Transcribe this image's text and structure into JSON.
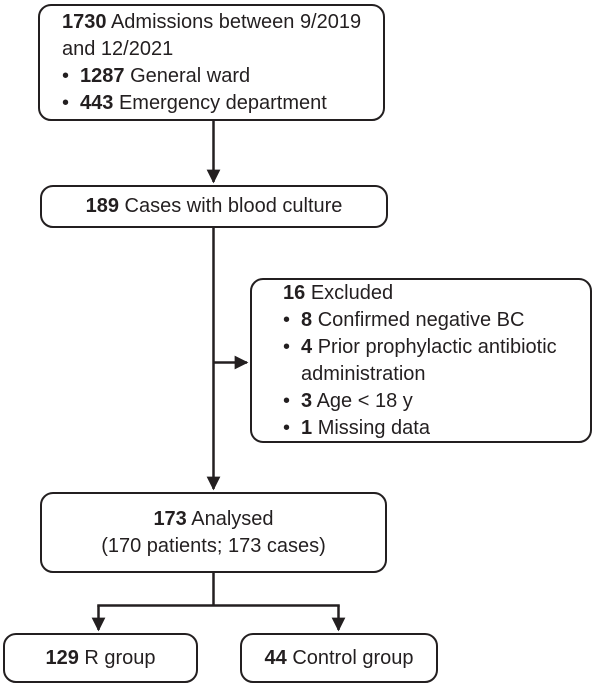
{
  "figure": {
    "type": "flowchart",
    "line_color": "#231f20",
    "text_color": "#231f20",
    "background_color": "#ffffff",
    "bullet_char": "•"
  },
  "boxes": {
    "admissions": {
      "num": "1730",
      "label": "Admissions between 9/2019 and 12/2021",
      "items": [
        {
          "num": "1287",
          "label": "General ward"
        },
        {
          "num": "443",
          "label": "Emergency department"
        }
      ]
    },
    "blood_culture": {
      "num": "189",
      "label": "Cases with blood culture"
    },
    "excluded": {
      "num": "16",
      "label": "Excluded",
      "items": [
        {
          "num": "8",
          "label": "Confirmed negative BC"
        },
        {
          "num": "4",
          "label": "Prior prophylactic antibiotic administration"
        },
        {
          "num": "3",
          "label": "Age < 18 y"
        },
        {
          "num": "1",
          "label": "Missing data"
        }
      ]
    },
    "analysed": {
      "num": "173",
      "label": "Analysed",
      "sub": "(170 patients; 173 cases)"
    },
    "r_group": {
      "num": "129",
      "label": "R group"
    },
    "control_group": {
      "num": "44",
      "label": "Control group"
    }
  }
}
